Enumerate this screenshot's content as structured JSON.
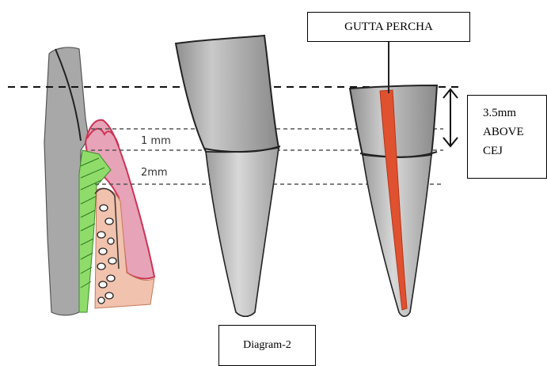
{
  "labels": {
    "gutta_percha": "GUTTA PERCHA",
    "measurement_lines": [
      "3.5mm",
      "ABOVE",
      "CEJ"
    ],
    "one_mm": "1 mm",
    "two_mm": "2mm",
    "caption": "Diagram-2"
  },
  "colors": {
    "gutta_percha": "#e0512f",
    "gingiva": "#cc3355",
    "attachment": "#7ed957",
    "bone": "#e8a38a",
    "tooth_pencil": "#9a9a9a"
  }
}
